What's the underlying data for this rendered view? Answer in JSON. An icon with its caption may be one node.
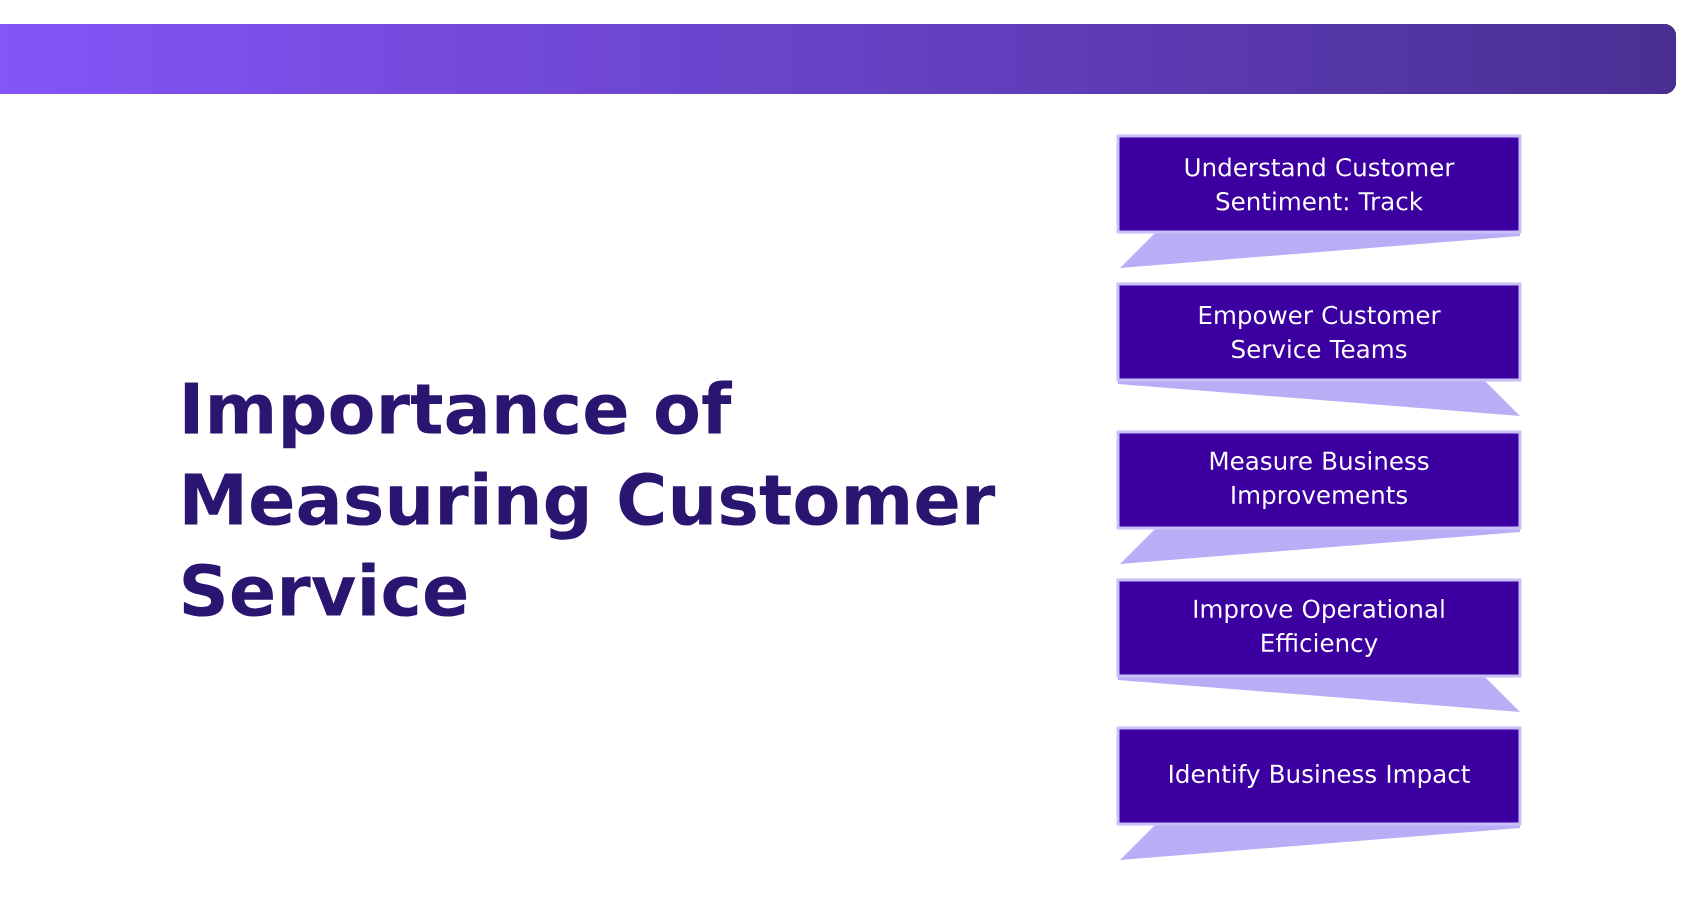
{
  "diagram": {
    "title": "Importance of Measuring Customer Service",
    "nodes": [
      {
        "text": [
          "Understand Customer Sentiment: Track"
        ]
      },
      {
        "text": [
          "Empower Customer Service Teams"
        ]
      },
      {
        "text": [
          "Measure Business Improvements"
        ]
      },
      {
        "text": [
          "Improve Operational Efficiency"
        ]
      },
      {
        "text": [
          "Identify Business Impact"
        ]
      }
    ]
  }
}
